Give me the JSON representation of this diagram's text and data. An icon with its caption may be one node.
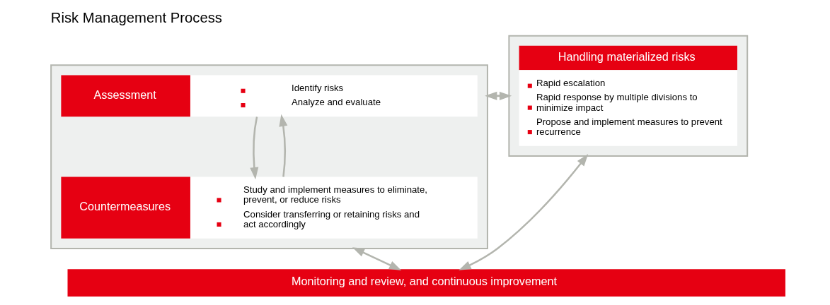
{
  "diagram": {
    "title": "Risk Management Process",
    "nodes": [
      {
        "text": [],
        "shape": "box"
      },
      {
        "text": [
          "Assessment",
          "Identify risks",
          "Analyze and evaluate"
        ],
        "in": 0
      },
      {
        "text": [
          "Countermeasures",
          "Study and implement measures to eliminate, prevent, or reduce risks",
          "Consider transferring or retaining risks and act accordingly"
        ],
        "in": 0
      },
      {
        "text": [],
        "shape": "box"
      },
      {
        "text": [
          "Handling materialized risks",
          "Rapid escalation",
          "Rapid response by multiple divisions to minimize impact",
          "Propose and implement measures to prevent recurrence"
        ],
        "in": 3
      },
      {
        "text": [
          "Monitoring and review, and continuous improvement"
        ]
      }
    ],
    "edges": [
      {
        "from": 1,
        "to": 2,
        "arrow": "to"
      },
      {
        "from": 2,
        "to": 1,
        "arrow": "to"
      },
      {
        "from": 0,
        "to": 3,
        "arrow": "to"
      },
      {
        "from": 3,
        "to": 0,
        "arrow": "to"
      },
      {
        "from": 0,
        "to": 5,
        "arrow": "both"
      },
      {
        "from": 3,
        "to": 5,
        "arrow": "both"
      }
    ]
  }
}
